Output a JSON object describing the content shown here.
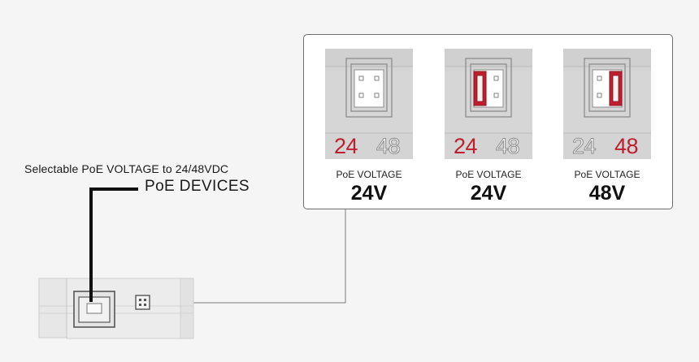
{
  "callout": {
    "title": "Selectable PoE VOLTAGE to 24/48VDC",
    "subtitle": "PoE DEVICES"
  },
  "panel": {
    "switches": [
      {
        "label_24": "24",
        "label_48": "48",
        "caption": "PoE VOLTAGE",
        "voltage": "24V",
        "active": "24"
      },
      {
        "label_24": "24",
        "label_48": "48",
        "caption": "PoE VOLTAGE",
        "voltage": "24V",
        "active": "24"
      },
      {
        "label_24": "24",
        "label_48": "48",
        "caption": "PoE VOLTAGE",
        "voltage": "48V",
        "active": "48"
      }
    ]
  },
  "colors": {
    "accent_red": "#be1e2d",
    "line": "#7a7a7a"
  }
}
